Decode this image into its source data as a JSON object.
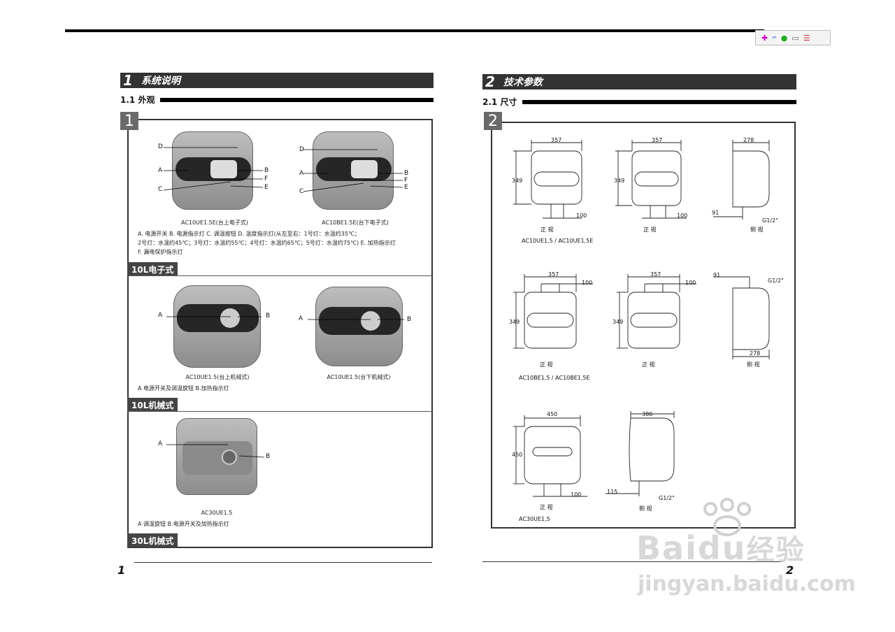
{
  "page1": {
    "section_num": "1",
    "section_title": "系统说明",
    "sub_num": "1.1",
    "sub_title": "外观",
    "frame_tab": "1",
    "models": {
      "m1": "AC10UE1.5E(台上电子式)",
      "m2": "AC10BE1.5E(台下电子式)",
      "m3": "AC10UE1.5(台上机械式)",
      "m4": "AC10UE1.5(台下机械式)",
      "m5": "AC30UE1.5"
    },
    "notes": {
      "electronic_1": "A. 电源开关   B. 电源指示灯   C. 调温按钮   D. 温度指示灯(从左至右：1号灯：水温约35℃；",
      "electronic_2": "2号灯：水温约45℃；3号灯：水温约55℃；4号灯：水温约65℃；5号灯：水温约75℃)   E. 加热指示灯",
      "electronic_3": "F. 漏电保护指示灯",
      "mech10": "A 电源开关及调温旋钮   B.加热指示灯",
      "mech30": "A 调温旋钮   B.电源开关及加热指示灯"
    },
    "sections": {
      "s1": "10L电子式",
      "s2": "10L机械式",
      "s3": "30L机械式"
    },
    "page_number": "1"
  },
  "page2": {
    "section_num": "2",
    "section_title": "技术参数",
    "sub_num": "2.1",
    "sub_title": "尺寸",
    "frame_tab": "2",
    "dims": {
      "w357": "357",
      "h349": "349",
      "d100": "100",
      "d278": "278",
      "d91": "91",
      "g12": "G1/2\"",
      "w450": "450",
      "h450": "450",
      "d380": "380",
      "d115": "115"
    },
    "views": {
      "front": "正 视",
      "side": "侧 视"
    },
    "captions": {
      "c1": "AC10UE1,5 / AC10UE1,5E",
      "c2": "AC10BE1,5 / AC10BE1,5E",
      "c3": "AC30UE1,5"
    },
    "page_number": "2"
  },
  "labels": {
    "A": "A",
    "B": "B",
    "C": "C",
    "D": "D",
    "E": "E",
    "F": "F"
  },
  "watermark": {
    "brand": "Bai",
    "brand2": "du",
    "brand3": "经验",
    "url": "jingyan.baidu.com"
  }
}
